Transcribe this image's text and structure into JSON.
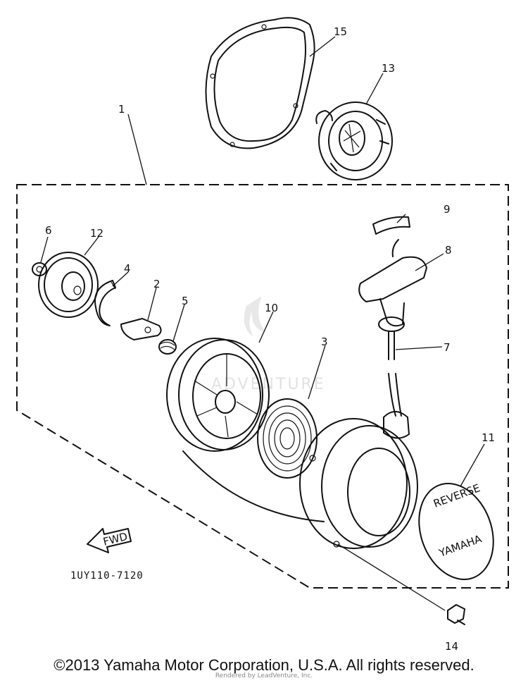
{
  "diagram": {
    "part_labels": {
      "p1": "1",
      "p2": "2",
      "p3": "3",
      "p4": "4",
      "p5": "5",
      "p6": "6",
      "p7": "7",
      "p8": "8",
      "p9": "9",
      "p10": "10",
      "p11": "11",
      "p12": "12",
      "p13": "13",
      "p14": "14",
      "p15": "15"
    },
    "fwd_label": "FWD",
    "drawing_code": "1UY110-7120",
    "cover_text_top": "REVERSE",
    "cover_text_brand": "YAMAHA",
    "watermark_text": "ADVENTURE"
  },
  "footer": {
    "copyright": "©2013 Yamaha Motor Corporation, U.S.A. All rights reserved.",
    "rendered_by": "Rendered by LeadVenture, Inc."
  }
}
